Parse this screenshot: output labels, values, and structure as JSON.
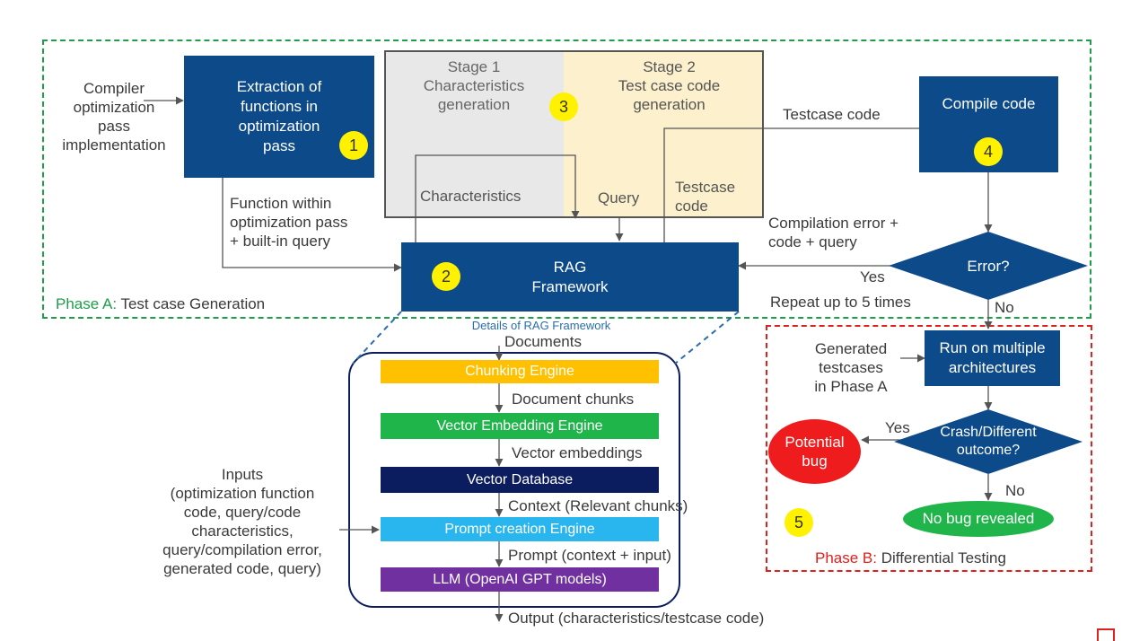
{
  "colors": {
    "phase_a_border": "#1e9e4a",
    "phase_b_border": "#e0201c",
    "box_blue": "#0d4a8a",
    "badge_yellow": "#fff200",
    "stage1_bg": "#e8e8e8",
    "stage2_bg": "#fdf0cc",
    "chunking": "#ffc000",
    "embedding": "#1fb54a",
    "vector_db": "#0b1d5e",
    "prompt": "#29b5ee",
    "llm": "#7030a0",
    "potential_bug": "#ee1c1c",
    "no_bug": "#1fb54a"
  },
  "phase_a": {
    "label_prefix": "Phase A:",
    "label_rest": " Test case Generation",
    "input_text": "Compiler\noptimization\npass\nimplementation",
    "extraction_box": "Extraction of\nfunctions in\noptimization\npass",
    "badge1": "1",
    "function_text": "Function within\noptimization pass\n+ built-in query",
    "stage1_title": "Stage 1\nCharacteristics\ngeneration",
    "stage2_title": "Stage 2\nTest case code\ngeneration",
    "badge3": "3",
    "characteristics_label": "Characteristics",
    "query_label": "Query",
    "testcase_code_label": "Testcase\ncode",
    "rag_box": "RAG\nFramework",
    "badge2": "2",
    "testcase_code_top": "Testcase code",
    "compile_box": "Compile code",
    "badge4": "4",
    "compilation_error_text": "Compilation error +\ncode + query",
    "error_diamond": "Error?",
    "yes_label": "Yes",
    "repeat_text": "Repeat up to 5 times",
    "no_label": "No"
  },
  "rag_details": {
    "title": "Details of RAG Framework",
    "documents": "Documents",
    "chunking_engine": "Chunking Engine",
    "document_chunks": "Document chunks",
    "vector_embedding_engine": "Vector Embedding Engine",
    "vector_embeddings": "Vector embeddings",
    "vector_database": "Vector Database",
    "context": "Context (Relevant chunks)",
    "prompt_engine": "Prompt creation Engine",
    "prompt": "Prompt  (context + input)",
    "llm": "LLM (OpenAI GPT models)",
    "output": "Output (characteristics/testcase code)",
    "inputs_text": "Inputs\n(optimization function\ncode, query/code\ncharacteristics,\nquery/compilation error,\ngenerated code, query)"
  },
  "phase_b": {
    "label_prefix": "Phase B:",
    "label_rest": " Differential Testing",
    "generated_text": "Generated\ntestcases\nin Phase A",
    "run_box": "Run on multiple\narchitectures",
    "crash_diamond": "Crash/Different\noutcome?",
    "yes_label": "Yes",
    "no_label": "No",
    "potential_bug": "Potential\nbug",
    "no_bug": "No bug revealed",
    "badge5": "5"
  }
}
